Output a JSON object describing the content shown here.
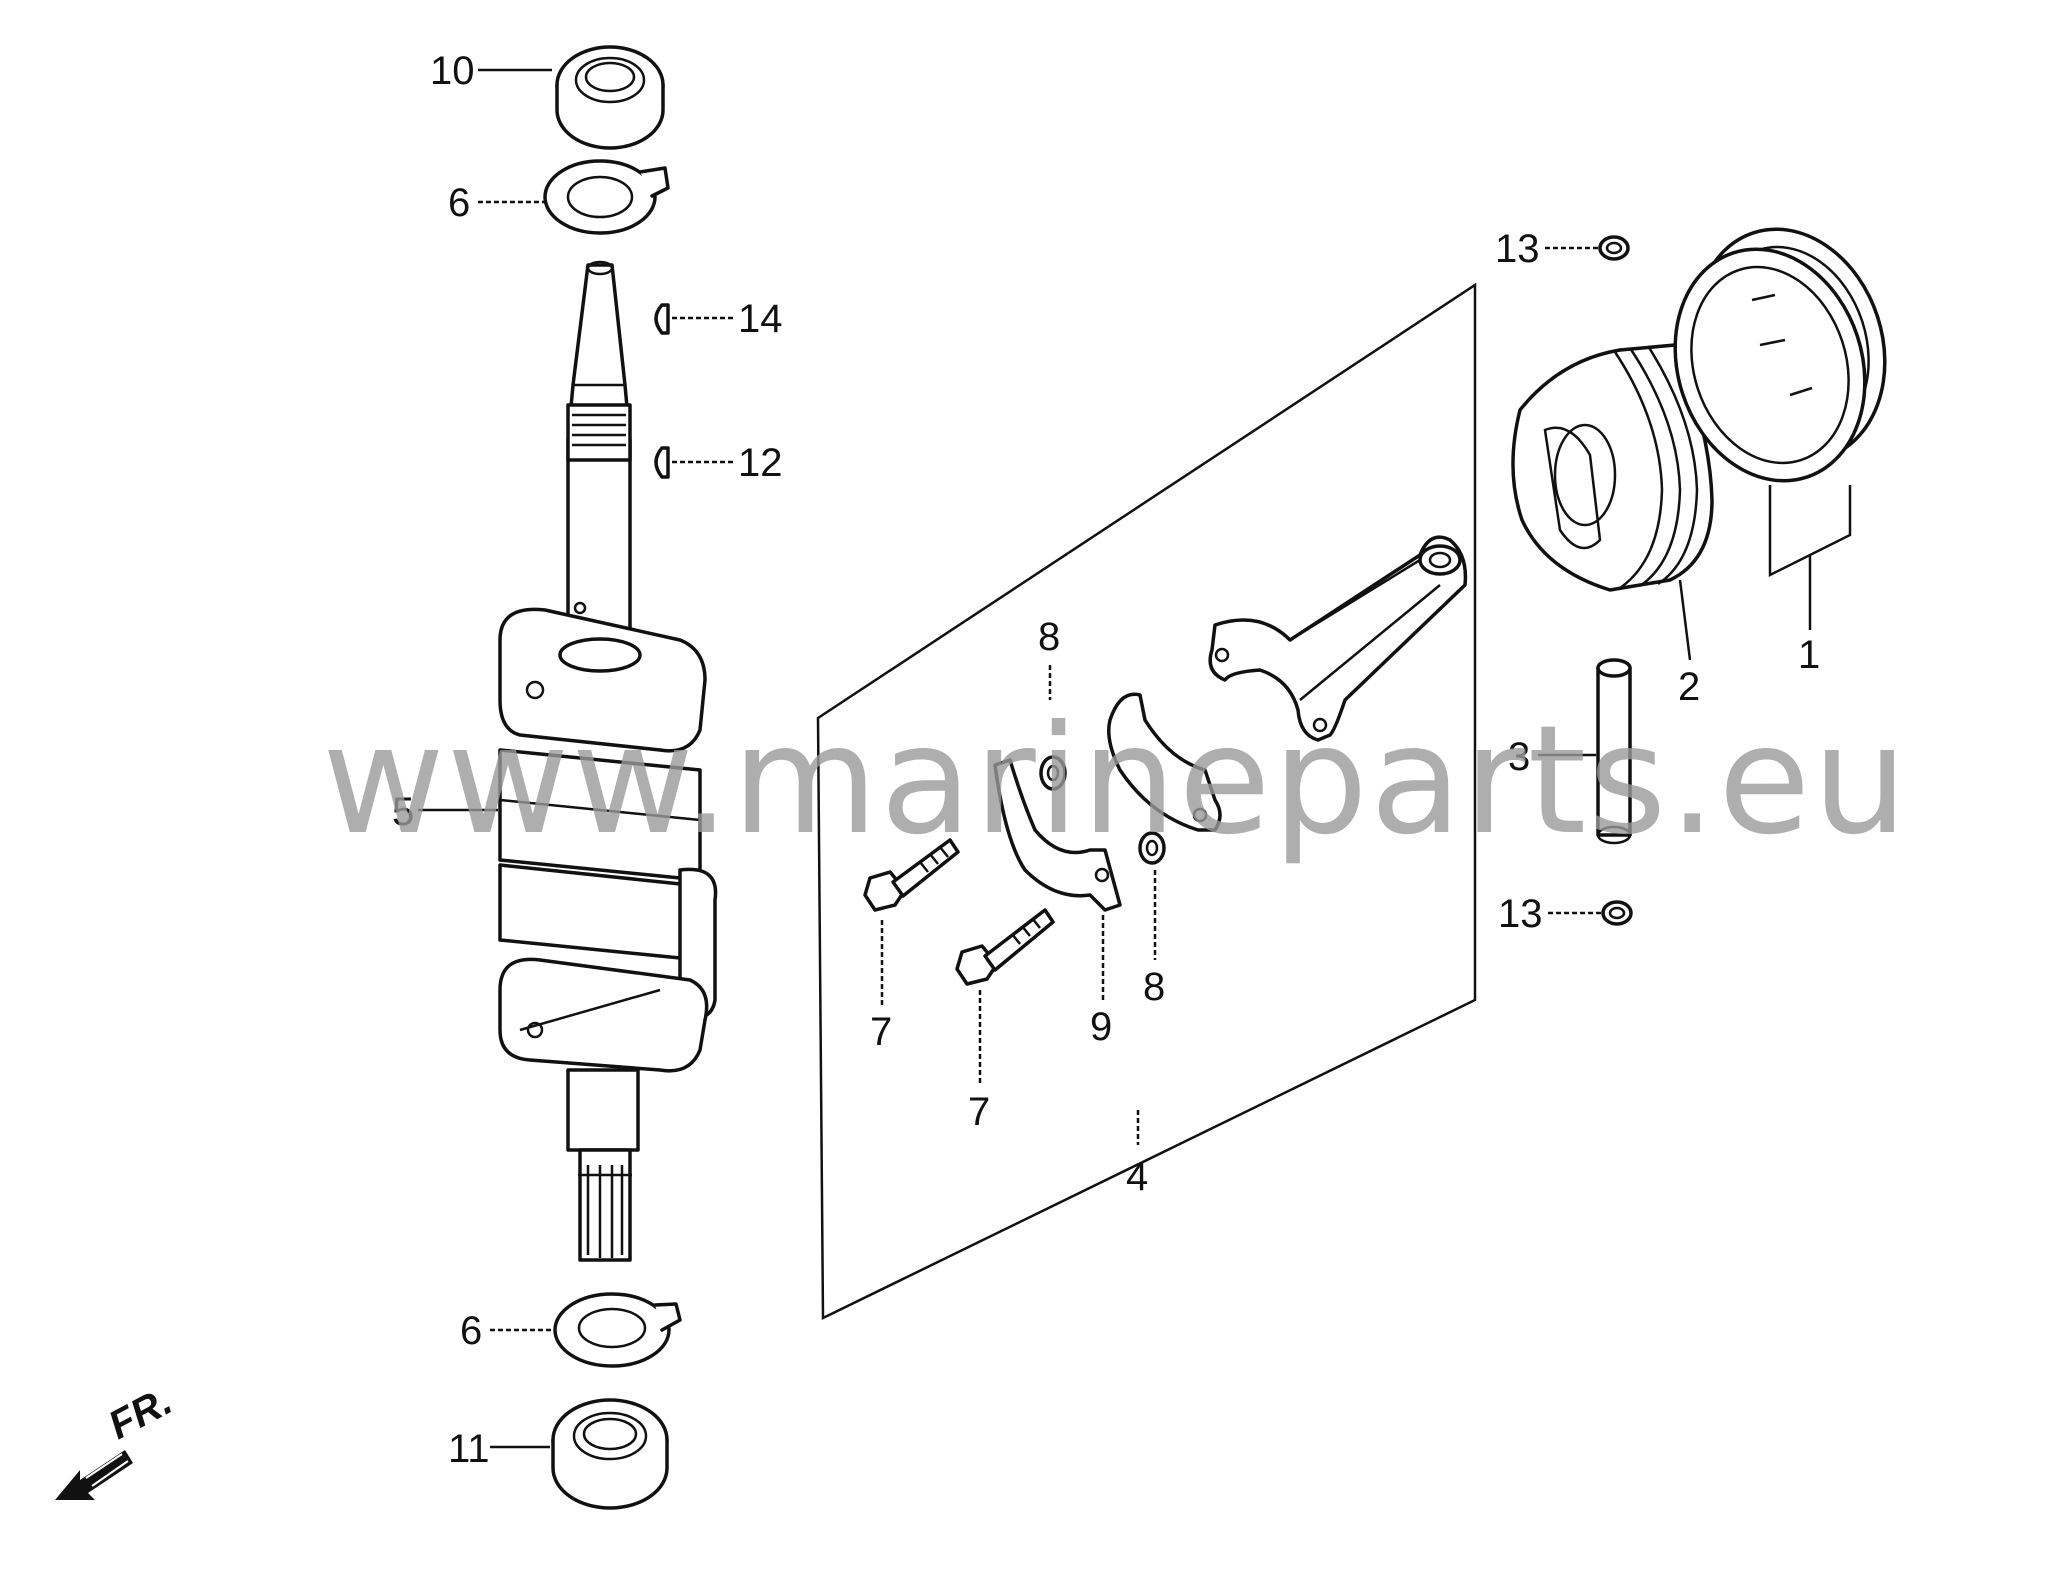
{
  "watermark": "www.marineparts.eu",
  "direction_label": "FR.",
  "callouts": [
    {
      "id": "c10",
      "text": "10"
    },
    {
      "id": "c6a",
      "text": "6"
    },
    {
      "id": "c14",
      "text": "14"
    },
    {
      "id": "c12",
      "text": "12"
    },
    {
      "id": "c5",
      "text": "5"
    },
    {
      "id": "c6b",
      "text": "6"
    },
    {
      "id": "c11",
      "text": "11"
    },
    {
      "id": "c13a",
      "text": "13"
    },
    {
      "id": "c13b",
      "text": "13"
    },
    {
      "id": "c1",
      "text": "1"
    },
    {
      "id": "c2",
      "text": "2"
    },
    {
      "id": "c3",
      "text": "3"
    },
    {
      "id": "c4",
      "text": "4"
    },
    {
      "id": "c7a",
      "text": "7"
    },
    {
      "id": "c7b",
      "text": "7"
    },
    {
      "id": "c8a",
      "text": "8"
    },
    {
      "id": "c8b",
      "text": "8"
    },
    {
      "id": "c9",
      "text": "9"
    }
  ]
}
